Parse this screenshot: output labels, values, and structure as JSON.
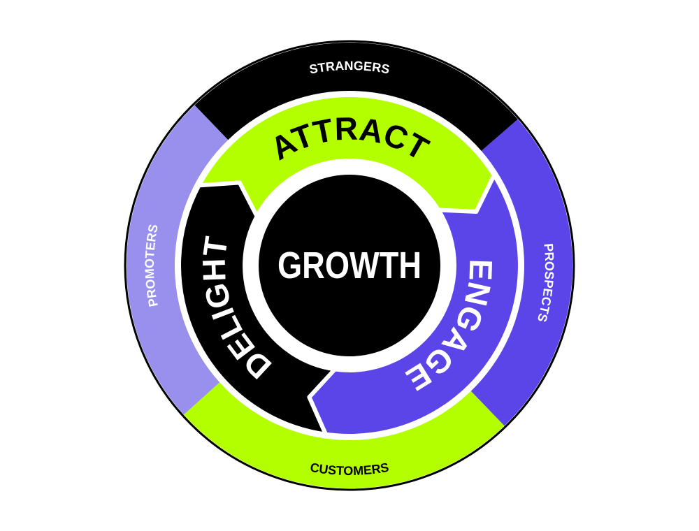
{
  "center": {
    "label": "GROWTH"
  },
  "inner_stages": [
    {
      "label": "ATTRACT",
      "color": "#b3ff00",
      "text_color": "#000000"
    },
    {
      "label": "ENGAGE",
      "color": "#5c45e8",
      "text_color": "#ffffff"
    },
    {
      "label": "DELIGHT",
      "color": "#000000",
      "text_color": "#ffffff"
    }
  ],
  "outer_stages": [
    {
      "label": "STRANGERS",
      "color": "#000000",
      "text_color": "#ffffff"
    },
    {
      "label": "PROSPECTS",
      "color": "#5c45e8",
      "text_color": "#ffffff"
    },
    {
      "label": "CUSTOMERS",
      "color": "#b3ff00",
      "text_color": "#000000"
    },
    {
      "label": "PROMOTERS",
      "color": "#9990ee",
      "text_color": "#ffffff"
    }
  ]
}
